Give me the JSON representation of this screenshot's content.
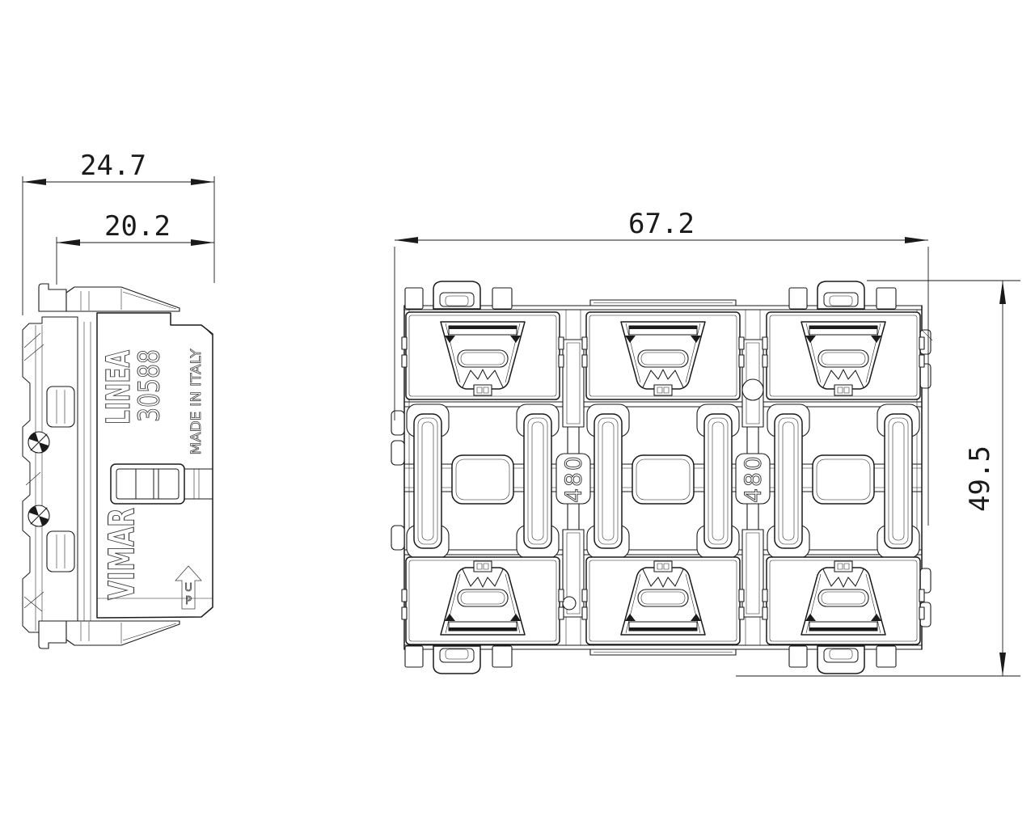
{
  "colors": {
    "line": "#1a1a1a",
    "engraving": "#3f3f3f",
    "background": "#ffffff"
  },
  "side_view": {
    "dim_overall_depth": "24.7",
    "dim_body_depth": "20.2",
    "series_label": "LINEA",
    "model_number": "30588",
    "origin_label": "MADE IN ITALY",
    "brand_label": "VIMAR",
    "up_arrow_letters": [
      "U",
      "P"
    ]
  },
  "front_view": {
    "dim_width": "67.2",
    "dim_height": "49.5",
    "module_markings": [
      "480",
      "480"
    ]
  }
}
